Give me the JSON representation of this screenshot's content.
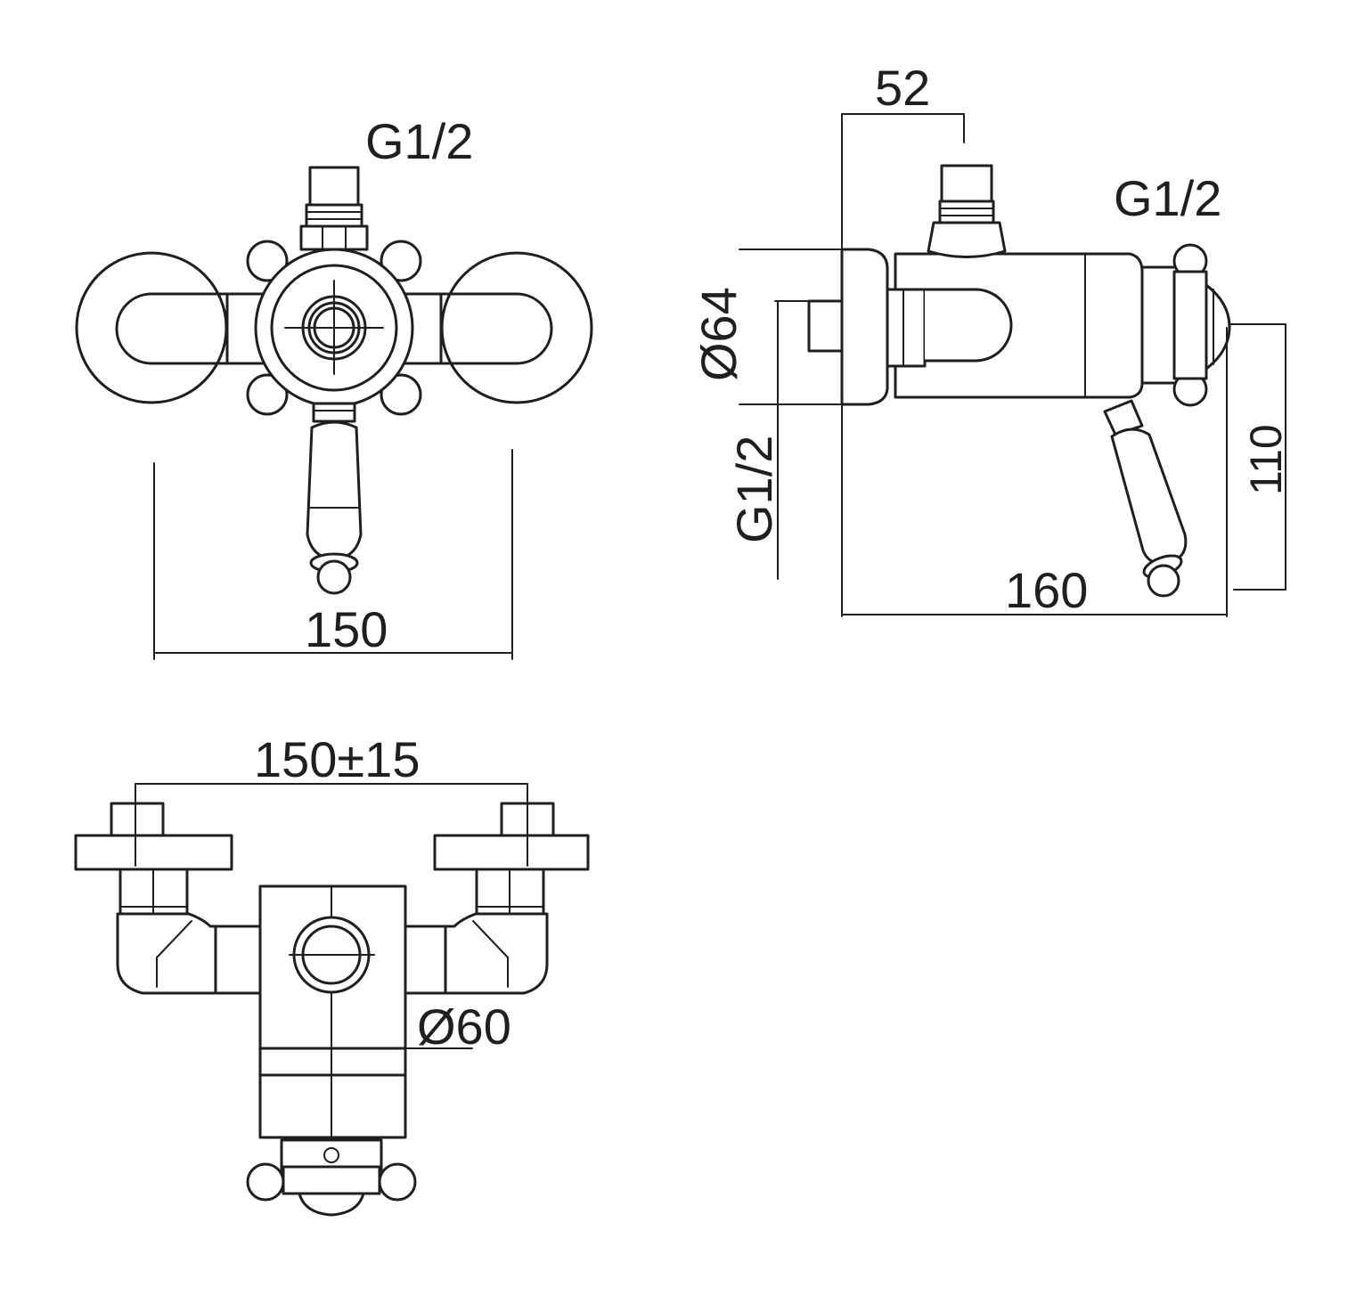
{
  "front_view": {
    "inlet_label": "G1/2",
    "width_label": "150"
  },
  "side_view": {
    "depth_label": "52",
    "top_inlet_label": "G1/2",
    "diameter_label": "Ø64",
    "side_inlet_label": "G1/2",
    "height_label": "110",
    "length_label": "160"
  },
  "bottom_view": {
    "centers_label": "150±15",
    "diameter_label": "Ø60"
  }
}
